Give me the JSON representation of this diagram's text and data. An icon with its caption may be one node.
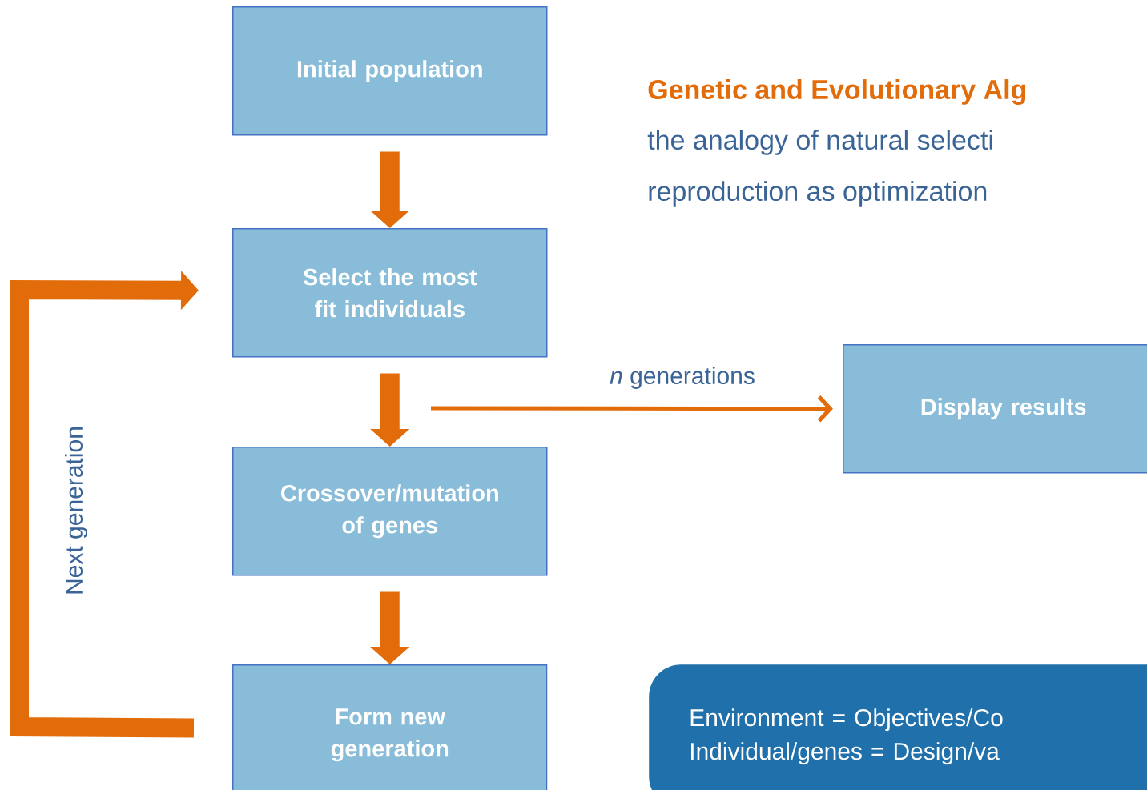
{
  "diagram": {
    "title": "Genetic and Evolutionary Alg",
    "nodes": [
      {
        "text": [
          "Initial population"
        ]
      },
      {
        "text": [
          "Select the most fit individuals"
        ]
      },
      {
        "text": [
          "Crossover/mutation of genes"
        ]
      },
      {
        "text": [
          "Form new generation"
        ]
      },
      {
        "text": [
          "Display results"
        ]
      },
      {
        "text": [
          "Environment = Objectives/Co",
          "Individual/genes = Design/va"
        ]
      }
    ],
    "edges": [
      {
        "from": 0,
        "to": 1,
        "arrow": "to"
      },
      {
        "from": 1,
        "to": 2,
        "arrow": "to"
      },
      {
        "from": 2,
        "to": 3,
        "arrow": "to"
      },
      {
        "from": 3,
        "to": 1,
        "arrow": "to",
        "label": "Next generation"
      },
      {
        "from": null,
        "to": 4,
        "arrow": "to",
        "label": "*n* generations"
      }
    ],
    "labels": [
      "the analogy of natural selecti",
      "reproduction as optimization"
    ]
  }
}
